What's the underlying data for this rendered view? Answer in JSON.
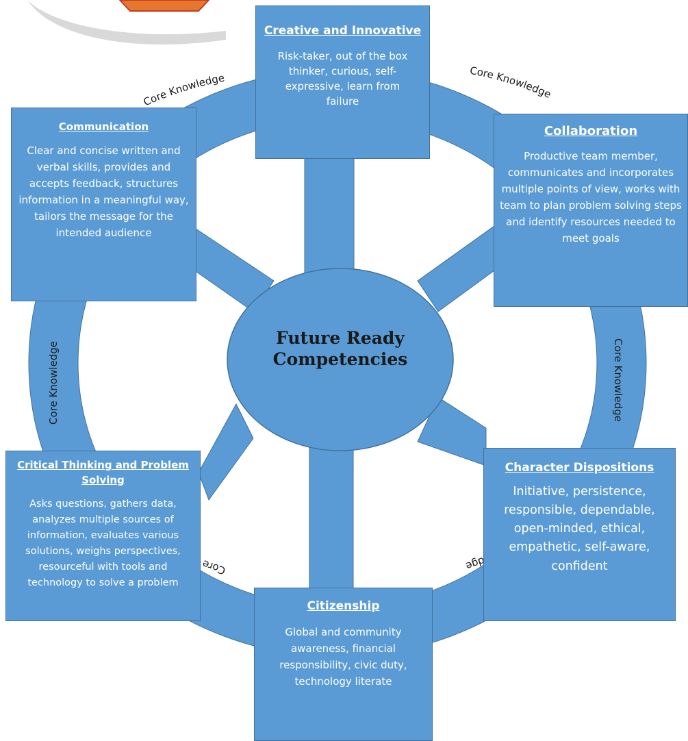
{
  "center": {
    "line1": "Future Ready",
    "line2": "Competencies"
  },
  "ring_label": "Core Knowledge",
  "competencies": {
    "creative": {
      "title": "Creative and Innovative",
      "description": "Risk-taker, out of the box thinker, curious, self-expressive, learn from failure"
    },
    "communication": {
      "title": "Communication",
      "description": "Clear and concise written and verbal skills, provides and accepts feedback, structures information in a meaningful way, tailors the message for the intended audience"
    },
    "collaboration": {
      "title": "Collaboration",
      "description": "Productive team member, communicates and incorporates multiple points of view, works with team to plan problem solving steps and identify resources needed to meet goals"
    },
    "critical_thinking": {
      "title": "Critical Thinking and Problem Solving",
      "description": "Asks questions, gathers data, analyzes multiple sources of information, evaluates various solutions, weighs perspectives, resourceful with tools and technology to solve a problem"
    },
    "character": {
      "title": "Character Dispositions",
      "description": "Initiative, persistence, responsible, dependable, open-minded, ethical, empathetic, self-aware, confident"
    },
    "citizenship": {
      "title": "Citizenship",
      "description": "Global and community awareness, financial responsibility, civic duty, technology literate"
    }
  },
  "colors": {
    "fill": "#5b9bd5",
    "stroke": "#41719c",
    "box_text": "#ffffff",
    "label_text": "#1a1a1a",
    "logo_orange": "#e8772e"
  }
}
